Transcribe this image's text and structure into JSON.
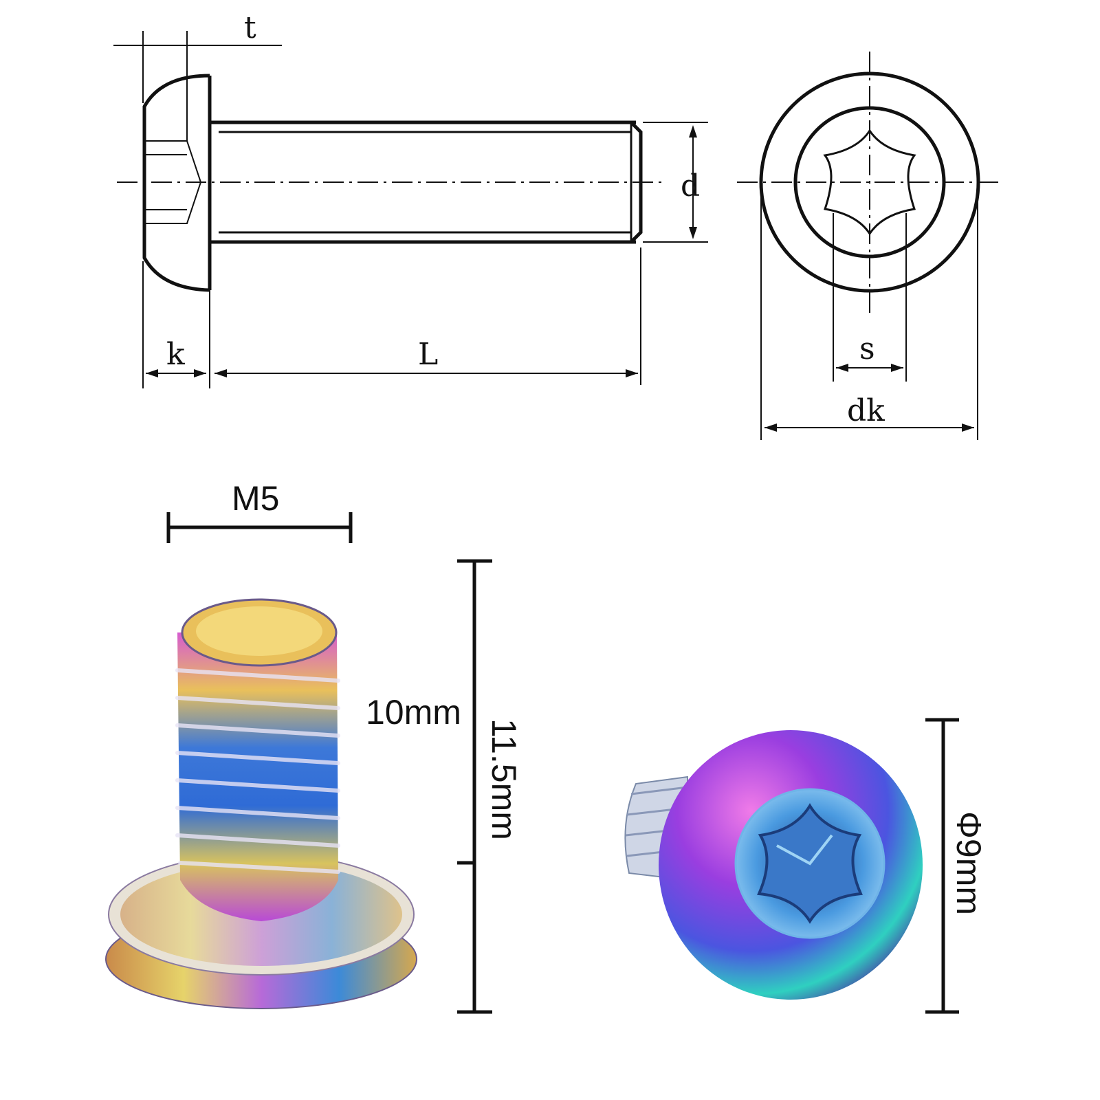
{
  "drawing": {
    "side_view_labels": {
      "t": "t",
      "k": "k",
      "L": "L",
      "d": "d"
    },
    "end_view_labels": {
      "s": "s",
      "dk": "dk"
    },
    "drive_type_icon": "torx-star-icon"
  },
  "photo": {
    "thread_size": "M5",
    "thread_length": "10mm",
    "total_length": "11.5mm",
    "head_diameter": "Φ9mm",
    "colors": {
      "finish": "#7a5cff",
      "blue": "#2f6bd6",
      "gold": "#d9b94a",
      "purple": "#b23bd6"
    }
  }
}
